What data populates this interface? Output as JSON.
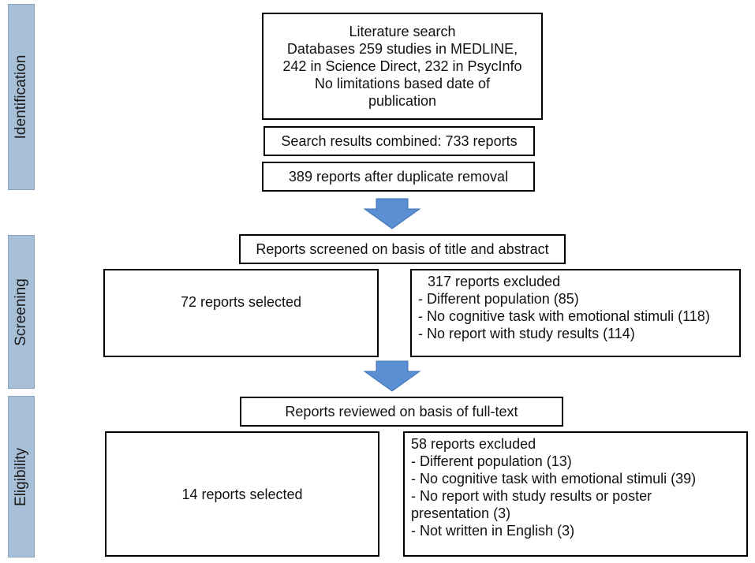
{
  "stages": {
    "identification": "Identification",
    "screening": "Screening",
    "eligibility": "Eligibility"
  },
  "literature_search": {
    "lines": [
      "Literature search",
      "Databases 259 studies in MEDLINE,",
      "242 in Science Direct, 232 in PsycInfo",
      "No limitations based date of",
      "publication"
    ]
  },
  "search_combined": "Search results combined: 733 reports",
  "after_duplicates": "389 reports after duplicate removal",
  "screened": "Reports screened on basis of title and abstract",
  "screen_selected": "72 reports selected",
  "screen_excluded": {
    "title": "317 reports excluded",
    "items": [
      "- Different population (85)",
      "- No cognitive task with emotional stimuli (118)",
      "- No report with study results (114)"
    ]
  },
  "reviewed": "Reports reviewed on basis of full-text",
  "final_selected": "14 reports selected",
  "final_excluded": {
    "title": "58 reports excluded",
    "items": [
      "- Different population (13)",
      "- No cognitive task with emotional stimuli (39)",
      "- No report with study results or poster presentation (3)",
      "- Not written in English (3)"
    ]
  },
  "colors": {
    "stage_fill": "#a8bfd8",
    "arrow_fill": "#5b8fd3",
    "border": "#000000"
  }
}
